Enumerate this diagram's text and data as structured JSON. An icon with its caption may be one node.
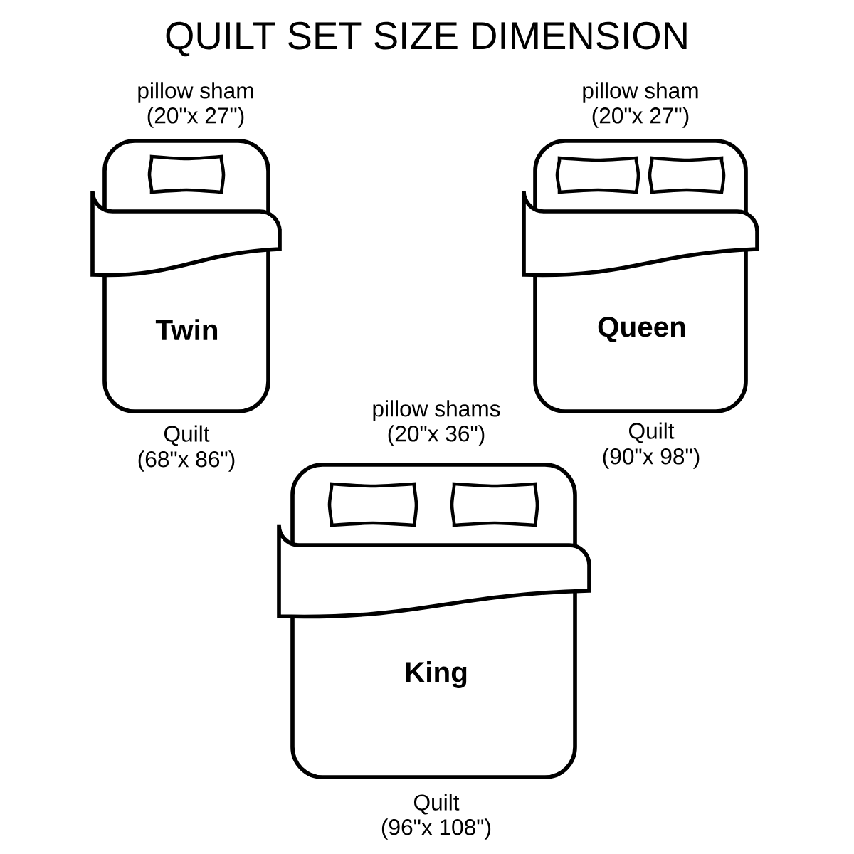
{
  "diagram": {
    "title": "QUILT SET SIZE DIMENSION",
    "nodes": [
      {
        "text": [
          "Twin"
        ],
        "beside": [
          "pillow sham",
          "(20\"x 27\")",
          "Quilt",
          "(68\"x 86\")"
        ]
      },
      {
        "text": [
          "Queen"
        ],
        "beside": [
          "pillow sham",
          "(20\"x 27\")",
          "Quilt",
          "(90\"x 98\")"
        ]
      },
      {
        "text": [
          "King"
        ],
        "beside": [
          "pillow shams",
          "(20\"x 36\")",
          "Quilt",
          "(96\"x 108\")"
        ]
      }
    ]
  }
}
